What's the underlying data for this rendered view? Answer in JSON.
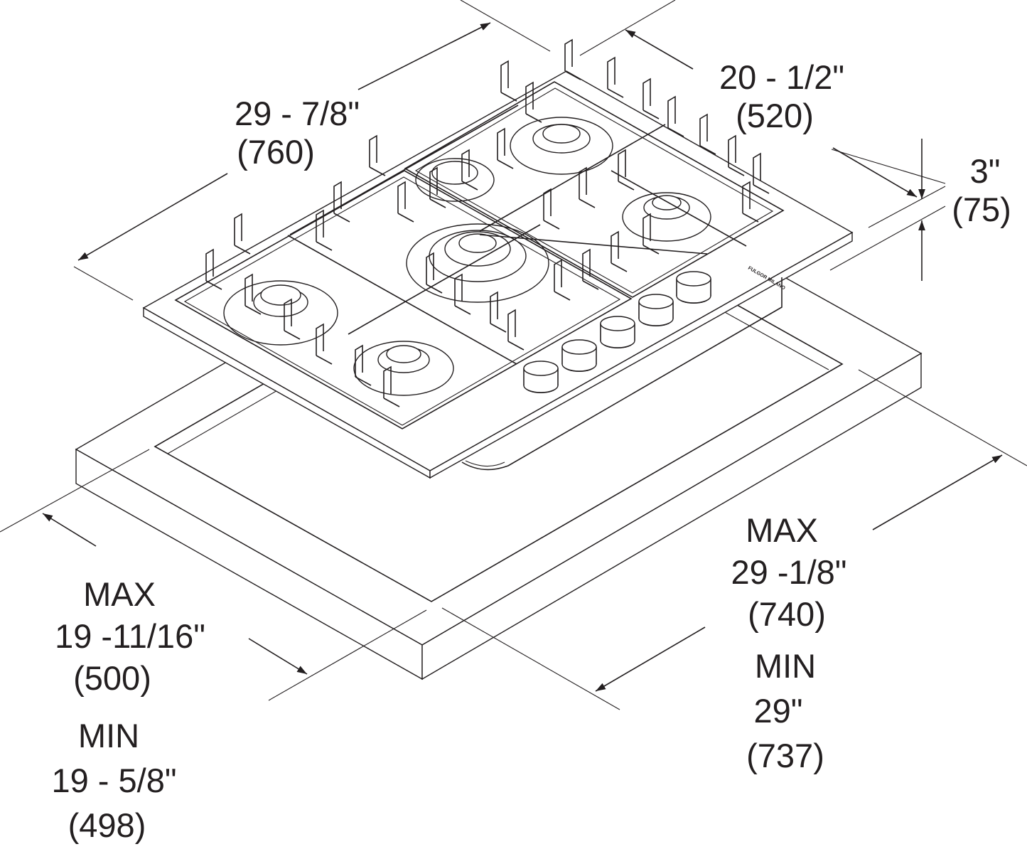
{
  "dimensions": {
    "width": {
      "in": "29 - 7/8\"",
      "mm": "(760)"
    },
    "depth": {
      "in": "20 - 1/2\"",
      "mm": "(520)"
    },
    "height": {
      "in": "3\"",
      "mm": "(75)"
    },
    "cutout_depth": {
      "max_label": "MAX",
      "max_in": "19 -11/16\"",
      "max_mm": "(500)",
      "min_label": "MIN",
      "min_in": "19 - 5/8\"",
      "min_mm": "(498)"
    },
    "cutout_width": {
      "max_label": "MAX",
      "max_in": "29 -1/8\"",
      "max_mm": "(740)",
      "min_label": "MIN",
      "min_in": "29\"",
      "min_mm": "(737)"
    }
  },
  "logo_text": "FULGOR MILANO",
  "colors": {
    "line": "#231f20",
    "background": "#ffffff"
  },
  "icons": [
    "cooktop-illustration",
    "dimension-arrow"
  ]
}
